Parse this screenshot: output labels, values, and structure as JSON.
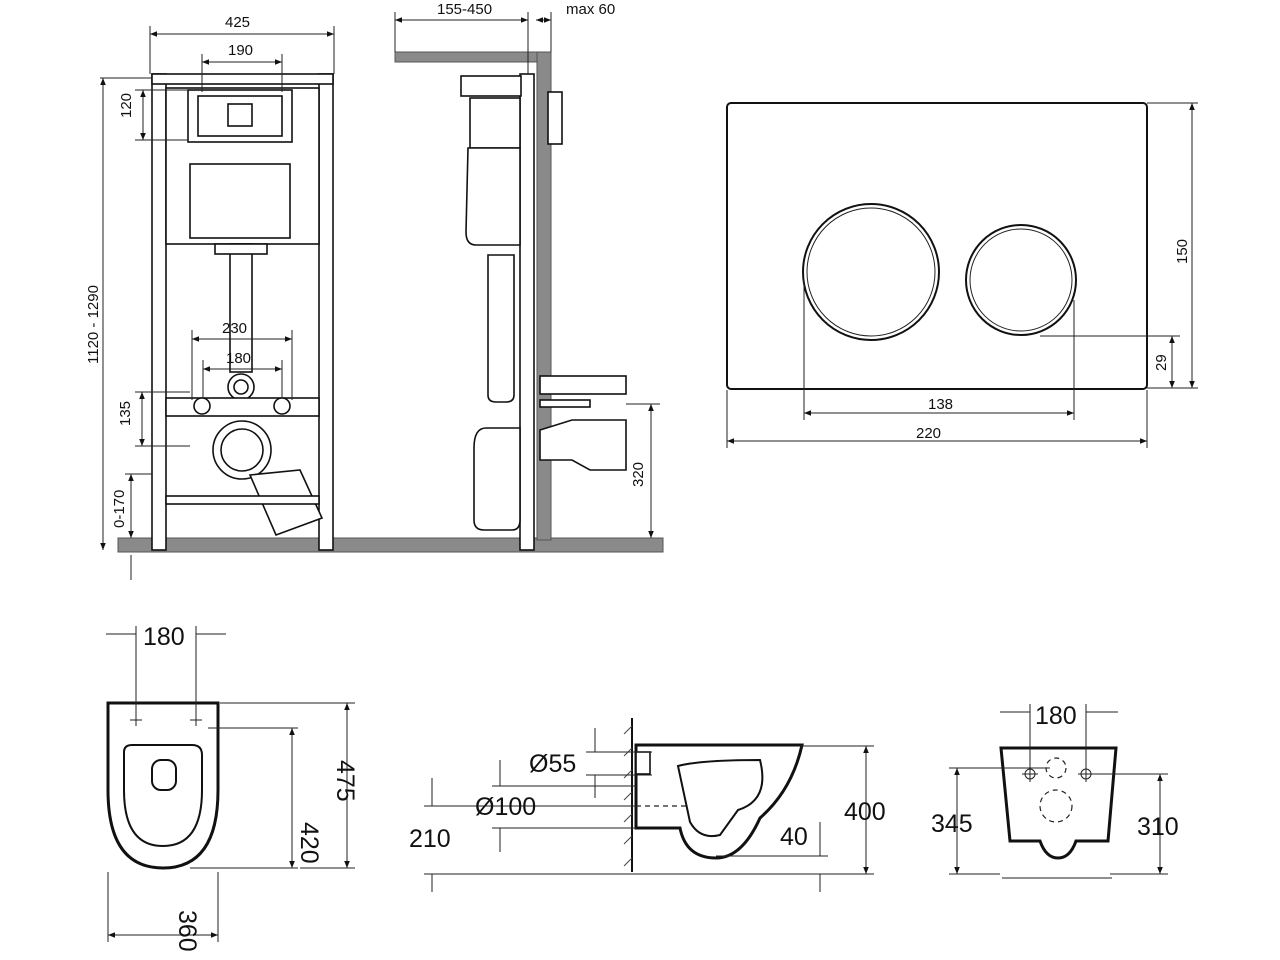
{
  "frame_view": {
    "width": "425",
    "top_width": "190",
    "top_height": "120",
    "height": "1120 - 1290",
    "bolt_spacing_outer": "230",
    "bolt_spacing_inner": "180",
    "outlet_height": "135",
    "leg_adjust": "0-170"
  },
  "side_view": {
    "depth": "155-450",
    "wall_max": "max 60",
    "outlet_height": "320"
  },
  "flush_plate": {
    "height": "150",
    "width": "220",
    "button_spacing": "138",
    "bottom_offset": "29"
  },
  "bowl_top": {
    "bolt_spacing": "180",
    "bolt_to_front": "420",
    "length": "475",
    "width": "360"
  },
  "bowl_side": {
    "inlet_diameter": "Ø55",
    "outlet_diameter": "Ø100",
    "outlet_height": "210",
    "height": "400",
    "seal_depth": "40"
  },
  "bowl_back": {
    "bolt_spacing": "180",
    "height_left": "345",
    "height_right": "310"
  }
}
